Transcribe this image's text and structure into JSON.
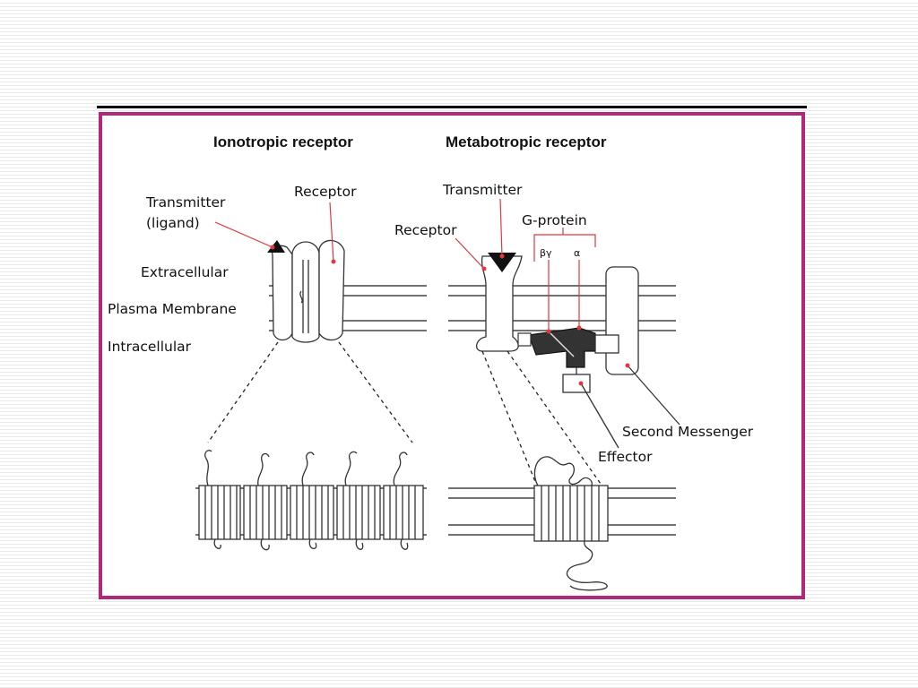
{
  "diagram": {
    "headers": {
      "ionotropic": "Ionotropic receptor",
      "metabotropic": "Metabotropic receptor"
    },
    "labels": {
      "transmitter_ligand_1": "Transmitter",
      "transmitter_ligand_2": "(ligand)",
      "receptor_ionotropic": "Receptor",
      "extracellular": "Extracellular",
      "plasma_membrane": "Plasma Membrane",
      "intracellular": "Intracellular",
      "transmitter_metabotropic": "Transmitter",
      "receptor_metabotropic": "Receptor",
      "g_protein": "G-protein",
      "beta_gamma": "βγ",
      "alpha": "α",
      "second_messenger": "Second Messenger",
      "effector": "Effector"
    },
    "colors": {
      "frame_border": "#b0287a",
      "pointer": "#e0383e"
    }
  }
}
